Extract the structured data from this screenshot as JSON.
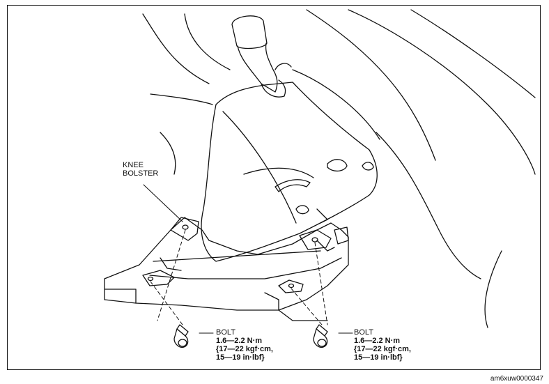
{
  "labels": {
    "knee_bolster_line1": "KNEE",
    "knee_bolster_line2": "BOLSTER",
    "bolt_left": {
      "name": "BOLT",
      "torque_nm": "1.6—2.2 N·m",
      "torque_kgf_cm": "{17—22 kgf·cm,",
      "torque_in_lbf": "15—19 in·lbf}"
    },
    "bolt_right": {
      "name": "BOLT",
      "torque_nm": "1.6—2.2 N·m",
      "torque_kgf_cm": "{17—22 kgf·cm,",
      "torque_in_lbf": "15—19 in·lbf}"
    }
  },
  "figure_code": "am6xuw0000347"
}
